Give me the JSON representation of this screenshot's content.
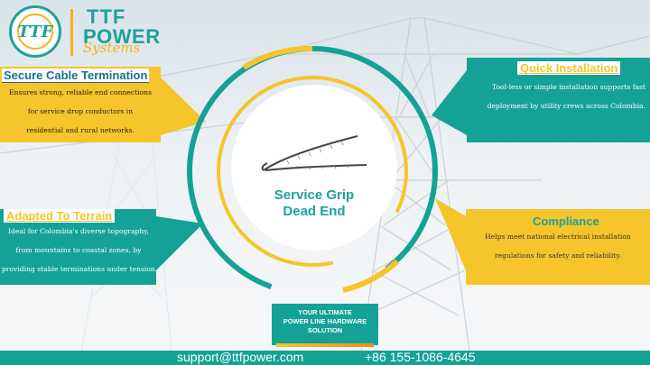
{
  "brand": {
    "badge_initials": "TTF",
    "name_line1": "TTF",
    "name_line2": "POWER",
    "name_line3": "Systems"
  },
  "product": {
    "title_line1": "Service Grip",
    "title_line2": "Dead End"
  },
  "features": [
    {
      "title": "Secure Cable Termination",
      "lines": [
        "Ensures strong, reliable end connections",
        "for service drop conductors in",
        "residential and rural networks."
      ]
    },
    {
      "title": "Quick Installation",
      "lines": [
        "Tool-less or simple installation supports fast",
        "deployment by utility crews across Colombia."
      ]
    },
    {
      "title": "Adapted To Terrain",
      "lines": [
        "Ideal for Colombia's diverse topography,",
        "from mountains to coastal zones, by",
        "providing stable terminations under tension."
      ]
    },
    {
      "title": "Compliance",
      "lines": [
        "Helps meet national electrical installation",
        "regulations for safety and reliability."
      ]
    }
  ],
  "tagline": {
    "line1": "YOUR ULTIMATE",
    "line2": "POWER LINE HARDWARE",
    "line3": "SOLUTION"
  },
  "footer": {
    "email": "support@ttfpower.com",
    "phone": "+86 155-1086-4645"
  },
  "colors": {
    "teal": "#14a296",
    "yellow": "#f6c42b"
  }
}
